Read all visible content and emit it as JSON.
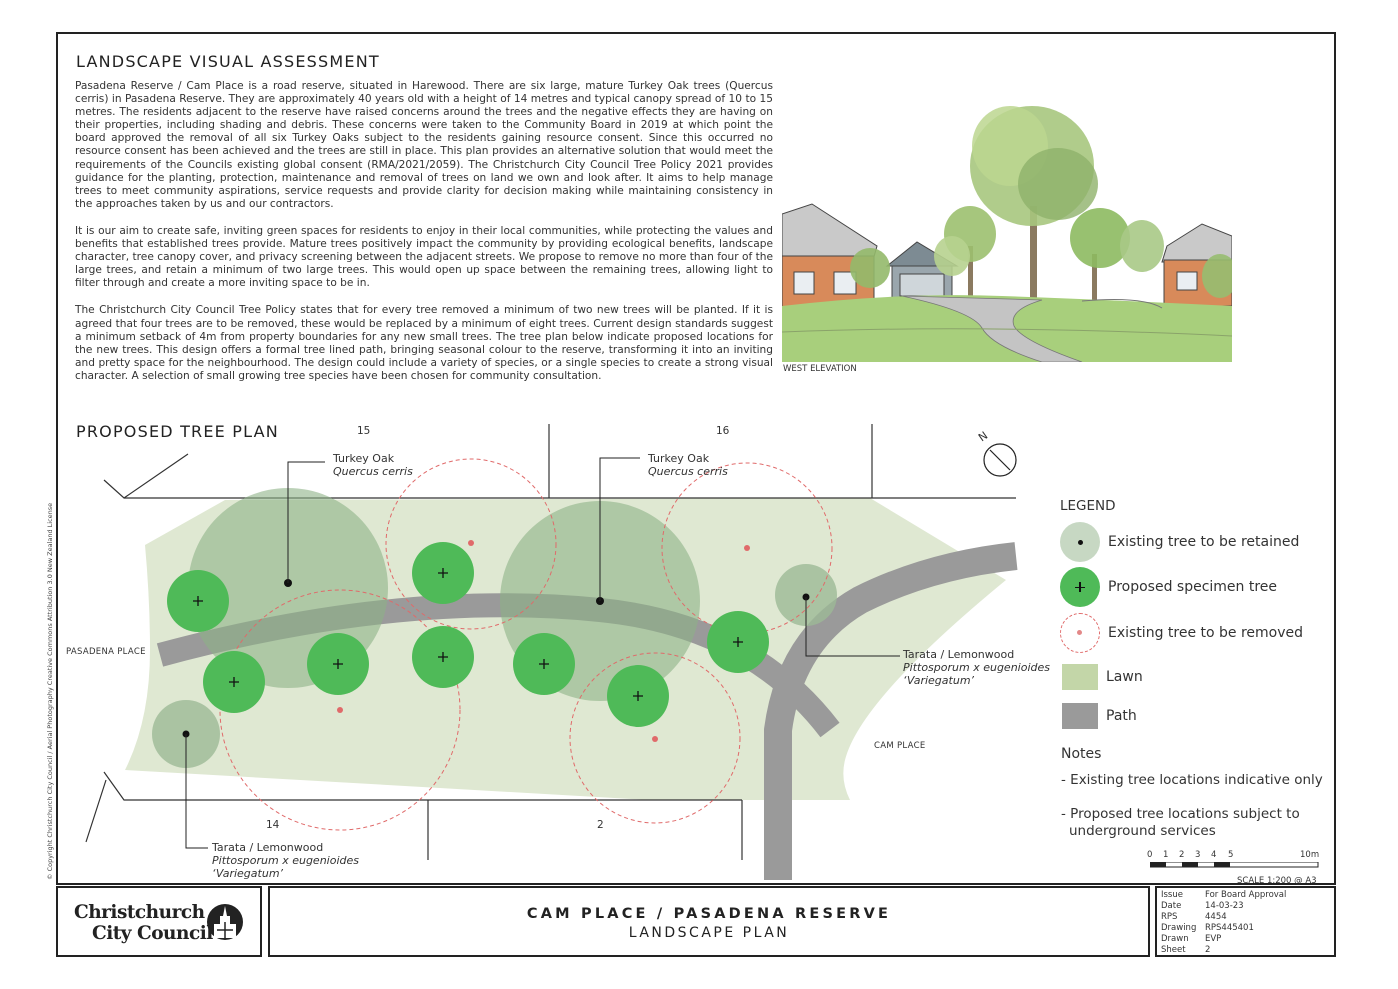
{
  "sheet": {
    "heading_assessment": "LANDSCAPE VISUAL ASSESSMENT",
    "paragraphs": [
      "Pasadena Reserve / Cam Place is a road reserve, situated in Harewood. There are six large, mature Turkey Oak trees (Quercus cerris) in Pasadena Reserve. They are approximately 40 years old with a height of 14 metres and typical canopy spread of 10 to 15 metres. The residents adjacent to the reserve have raised concerns around the trees and the negative effects they are having on their properties, including shading and debris. These concerns were taken to the Community Board in 2019 at which point the board approved the removal of all six Turkey Oaks subject to the residents gaining resource consent. Since this occurred no resource consent has been achieved and the trees are still in place. This plan provides an alternative solution that would meet the requirements of the Councils existing global consent (RMA/2021/2059). The Christchurch City Council Tree Policy 2021 provides guidance for the planting, protection, maintenance and removal of trees on land we own and look after. It aims to help manage trees to meet community aspirations, service requests and provide clarity for decision making while maintaining consistency in the approaches taken by us and our contractors.",
      "It is our aim to create safe, inviting green spaces for residents to enjoy in their local communities, while protecting the values and benefits that established trees provide. Mature trees positively impact the community by providing ecological benefits, landscape character, tree canopy cover, and privacy screening between the adjacent streets. We propose to remove no more than four of the large trees, and retain a minimum of two large trees. This would open up space between the remaining trees, allowing light to filter through and create a more inviting space to be in.",
      "The Christchurch City Council Tree Policy states that for every tree removed a minimum of two new trees will be planted. If it is agreed that four trees are to be removed, these would be replaced by a minimum of eight trees. Current design standards suggest a minimum setback of 4m from property boundaries for any new small trees. The tree plan below indicate proposed locations for the new trees. This design offers a formal tree lined path, bringing seasonal colour to the reserve, transforming it into an inviting and pretty space for the neighbourhood. The design could include a variety of species, or a single species to create a strong visual character. A selection of small growing tree species have been chosen for community consultation."
    ],
    "elevation_caption": "WEST ELEVATION",
    "heading_plan": "PROPOSED TREE PLAN",
    "copyright": "© Copyright Christchurch City Council / Aerial Photography Creative Commons Attribution 3.0 New Zealand License"
  },
  "plan": {
    "lots": [
      "15",
      "16",
      "14",
      "2"
    ],
    "street_labels": [
      "PASADENA PLACE",
      "CAM PLACE"
    ],
    "labels": {
      "oak_common": "Turkey Oak",
      "oak_sci": "Quercus cerris",
      "tarata_common": "Tarata / Lemonwood",
      "tarata_sci": "Pittosporum x eugenioides",
      "tarata_cv": "‘Variegatum’"
    },
    "north": "N",
    "colors": {
      "lawn": "#dfe8d2",
      "path": "#9a9a9a",
      "existing_tree": "#9cb996",
      "proposed_tree": "#4fba58",
      "removed": "#e06a6a"
    }
  },
  "legend": {
    "title": "LEGEND",
    "items": [
      {
        "label": "Existing tree to be retained",
        "icon": "existing-tree-dot-icon"
      },
      {
        "label": "Proposed specimen tree",
        "icon": "proposed-tree-plus-icon"
      },
      {
        "label": "Existing tree to be removed",
        "icon": "removed-tree-dashed-icon"
      },
      {
        "label": "Lawn",
        "icon": "lawn-swatch"
      },
      {
        "label": "Path",
        "icon": "path-swatch"
      }
    ]
  },
  "notes": {
    "title": "Notes",
    "items": [
      "- Existing tree locations indicative only",
      "- Proposed tree locations subject to",
      "underground services"
    ]
  },
  "scale": {
    "ticks": [
      "0",
      "1",
      "2",
      "3",
      "4",
      "5",
      "10m"
    ],
    "text": "SCALE 1:200 @ A3"
  },
  "title_block": {
    "org_line1": "Christchurch",
    "org_line2": "City Council",
    "title": "CAM PLACE / PASADENA RESERVE",
    "subtitle": "LANDSCAPE PLAN",
    "info": [
      {
        "k": "Issue",
        "v": "For Board Approval"
      },
      {
        "k": "Date",
        "v": "14-03-23"
      },
      {
        "k": "RPS",
        "v": "4454"
      },
      {
        "k": "Drawing",
        "v": "RPS445401"
      },
      {
        "k": "Drawn",
        "v": "EVP"
      },
      {
        "k": "Sheet",
        "v": "2"
      }
    ]
  }
}
